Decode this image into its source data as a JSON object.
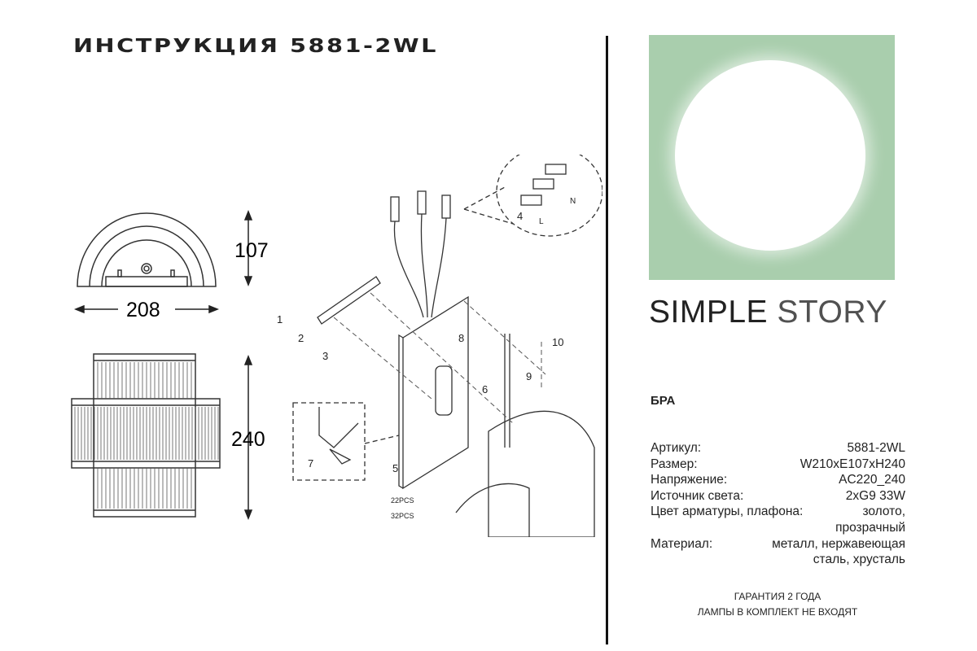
{
  "title": "ИНСТРУКЦИЯ 5881-2WL",
  "dimensions": {
    "depth": "107",
    "width": "208",
    "height": "240"
  },
  "assembly": {
    "steps": [
      "1",
      "2",
      "3",
      "4",
      "5",
      "6",
      "7",
      "8",
      "9",
      "10"
    ],
    "wire_labels": {
      "neutral": "N",
      "live": "L"
    },
    "parts": {
      "inner": "22PCS",
      "outer": "32PCS"
    }
  },
  "colors": {
    "photo_bg": "#a9cead",
    "divider": "#111111"
  },
  "brand": {
    "part1": "SIMPLE",
    "part2": "STORY"
  },
  "product_type": "БРА",
  "specs": [
    {
      "label": "Артикул:",
      "value": "5881-2WL"
    },
    {
      "label": "Размер:",
      "value": "W210xE107xH240"
    },
    {
      "label": "Напряжение:",
      "value": "AC220_240"
    },
    {
      "label": "Источник света:",
      "value": "2xG9 33W"
    },
    {
      "label": "Цвет арматуры, плафона:",
      "value": "золото,",
      "value2": "прозрачный"
    },
    {
      "label": "Материал:",
      "value": "металл, нержавеющая",
      "value2": "сталь, хрусталь"
    }
  ],
  "footer": {
    "warranty": "ГАРАНТИЯ 2 ГОДА",
    "lamps": "ЛАМПЫ В КОМПЛЕКТ НЕ ВХОДЯТ"
  }
}
